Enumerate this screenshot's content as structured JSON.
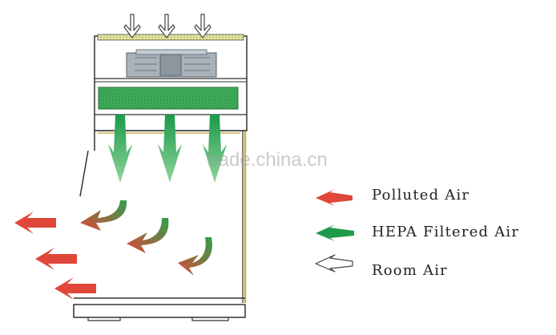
{
  "legend": {
    "polluted_air": "Polluted Air",
    "hepa_filtered_air": "HEPA Filtered Air",
    "room_air": "Room Air"
  },
  "watermark": "trade.china.cn",
  "colors": {
    "polluted": "#e0463a",
    "hepa": "#1f9a4a",
    "filter": "#3fae5a",
    "outline": "#333333",
    "side_panel": "#c8b24a",
    "fan": "#9aa4ac"
  }
}
